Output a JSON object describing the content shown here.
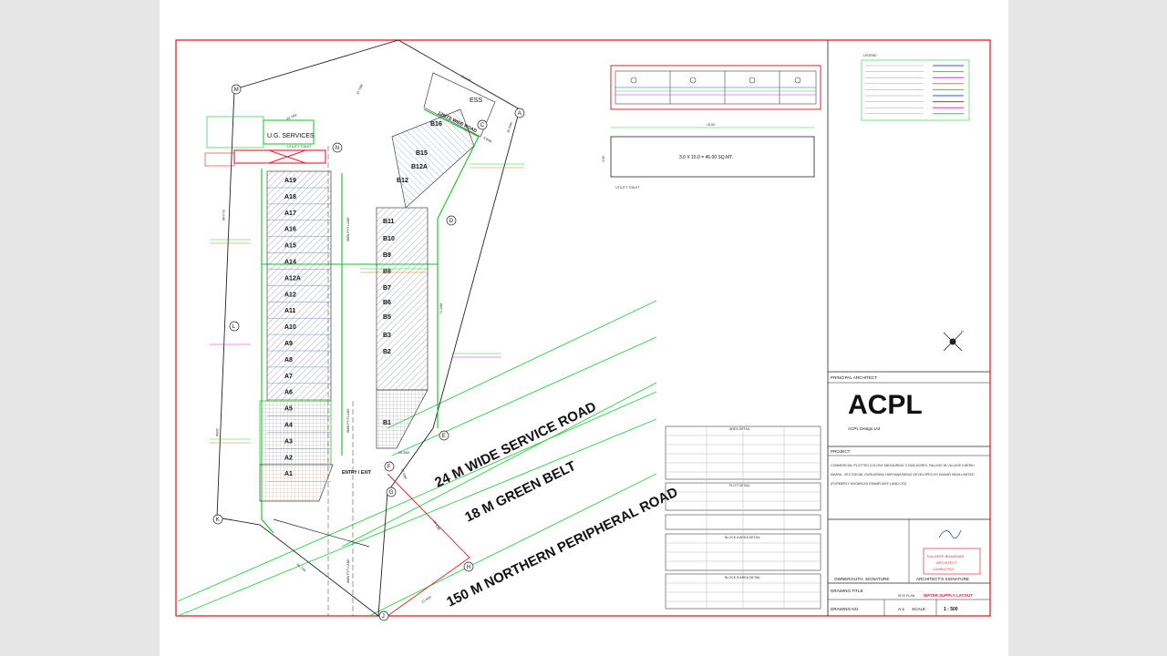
{
  "roads": {
    "service_road": "24  M  WIDE SERVICE ROAD",
    "green_belt": "18 M  GREEN BELT",
    "peripheral_road": "150  M  NORTHERN PERIPHERAL ROAD",
    "wide_road_12m": "12MTS WIDE ROAD",
    "lane_label": "6MW PVT LANE",
    "entry_exit": "ENTRY / EXIT"
  },
  "site": {
    "ug_services": "U.G. SERVICES",
    "utility_toilet_tag": "UTILITY TOILET",
    "ess": "ESS"
  },
  "plots_a": [
    "A19",
    "A18",
    "A17",
    "A16",
    "A15",
    "A14",
    "A12A",
    "A12",
    "A11",
    "A10",
    "A9",
    "A8",
    "A7",
    "A6",
    "A5",
    "A4",
    "A3",
    "A2",
    "A1"
  ],
  "plots_b": [
    "B16",
    "B15",
    "B12A",
    "B12",
    "B11",
    "B10",
    "B9",
    "B8",
    "B7",
    "B6",
    "B5",
    "B3",
    "B2",
    "B1"
  ],
  "corners": [
    "M",
    "N",
    "C",
    "A",
    "D",
    "E",
    "F",
    "G",
    "H",
    "J",
    "K",
    "L"
  ],
  "dimensions": {
    "d1": "43.70M",
    "d2": "47.70M",
    "d3": "46.54M",
    "d4": "8.80M",
    "d5": "30.00M",
    "d6": "94.24M",
    "d7": "71.20M",
    "d8": "26.39M",
    "d9": "12.00M",
    "d10": "35.43M",
    "d11": "68.72M",
    "d12": "22.44M",
    "d13": "100M",
    "d14": "15.00M",
    "d15": "6M"
  },
  "utility": {
    "size": "3.0 X 15.0 = 45.00 SQ.MT.",
    "label": "UTILITY TOILET",
    "dim_top": "15.00",
    "dim_side": "3.00"
  },
  "tables": {
    "area_title": "AREA DETAIL",
    "plot_title": "PLOT DETAIL",
    "block_a_title": "BLOCK A AREA DETAIL",
    "block_b_title": "BLOCK B AREA DETAIL"
  },
  "title_block": {
    "principal": "PRINCIPAL ARCHITECT",
    "firm_logo": "ACPL",
    "firm_name": "ACPL Design Ltd",
    "project_label": "PROJECT",
    "project_line1": "COMMERCIAL PLOTTED COLONY MEASURING 3.3306 ACRES, FALLING IN VILLAGE KHERKI",
    "project_line2": "MAJRA , SECTOR-88, GURUGRAM, HARYANA BEING DEVELOPED BY EMAAR INDIA LIMITED",
    "project_line3": "(FORMERLY KNOWN AS EMAAR MGF LAND LTD)",
    "owner_sig": "OWNER/AUTH. SIGNATURE",
    "arch_sig": "ARCHITECT'S SIGNATURE",
    "drawing_title_label": "DRAWING TITLE",
    "drawing_title": "SITE PLAN",
    "drawing_subtitle": "WATER SUPPLY LAYOUT",
    "drawing_no_label": "DRAWING NO.",
    "drawing_no": "A-1",
    "scale_label": "SCALE :",
    "scale": "1 : 500",
    "stamp_line1": "KULDEEP BHANDARI",
    "stamp_line2": "ARCHITECT",
    "stamp_line3": "CA/95/17913",
    "legend_label": "LEGEND"
  },
  "colors": {
    "border": "#e0202a",
    "green": "#10c020",
    "hatch": "#7a8a9a",
    "road_green": "#25d040",
    "magenta": "#e020e0"
  }
}
